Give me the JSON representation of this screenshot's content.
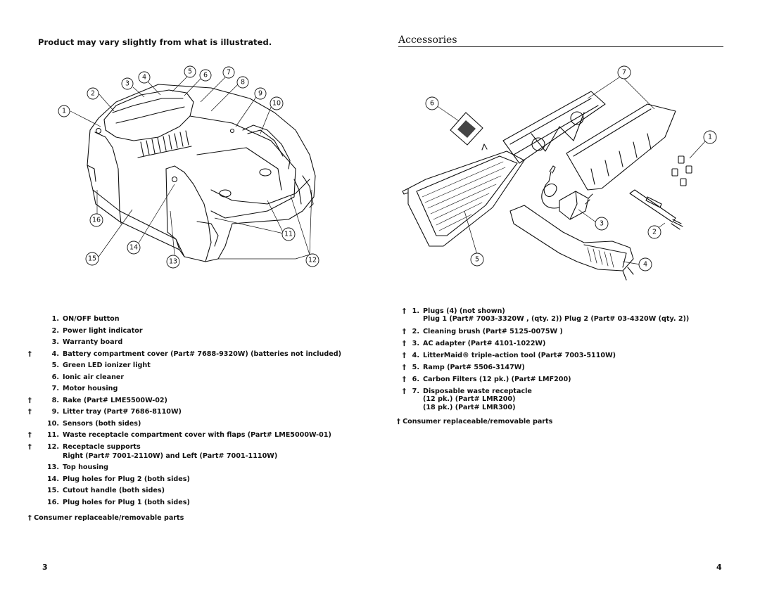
{
  "left_page": {
    "subtitle": "Product may vary slightly from what is illustrated.",
    "callouts": [
      "1",
      "2",
      "3",
      "4",
      "5",
      "6",
      "7",
      "8",
      "9",
      "10",
      "11",
      "12",
      "13",
      "14",
      "15",
      "16"
    ],
    "parts": [
      {
        "dagger": "",
        "number": "1.",
        "label": "ON/OFF button"
      },
      {
        "dagger": "",
        "number": "2.",
        "label": "Power light indicator"
      },
      {
        "dagger": "",
        "number": "3.",
        "label": "Warranty board"
      },
      {
        "dagger": "†",
        "number": "4.",
        "label": "Battery compartment cover (Part# 7688-9320W) (batteries not included)"
      },
      {
        "dagger": "",
        "number": "5.",
        "label": "Green LED ionizer light"
      },
      {
        "dagger": "",
        "number": "6.",
        "label": "Ionic air cleaner"
      },
      {
        "dagger": "",
        "number": "7.",
        "label": "Motor housing"
      },
      {
        "dagger": "†",
        "number": "8.",
        "label": "Rake (Part# LME5500W-02)"
      },
      {
        "dagger": "†",
        "number": "9.",
        "label": "Litter tray (Part# 7686-8110W)"
      },
      {
        "dagger": "",
        "number": "10.",
        "label": "Sensors (both sides)"
      },
      {
        "dagger": "†",
        "number": "11.",
        "label": "Waste receptacle compartment cover with flaps (Part# LME5000W-01)"
      },
      {
        "dagger": "†",
        "number": "12.",
        "label": "Receptacle supports",
        "sub": "Right (Part# 7001-2110W) and Left (Part# 7001-1110W)"
      },
      {
        "dagger": "",
        "number": "13.",
        "label": "Top housing"
      },
      {
        "dagger": "",
        "number": "14.",
        "label": "Plug holes for Plug 2 (both sides)"
      },
      {
        "dagger": "",
        "number": "15.",
        "label": "Cutout handle (both sides)"
      },
      {
        "dagger": "",
        "number": "16.",
        "label": "Plug holes for Plug 1 (both sides)"
      }
    ],
    "footnote": "† Consumer replaceable/removable parts",
    "page_number": "3"
  },
  "right_page": {
    "heading": "Accessories",
    "callouts": [
      "1",
      "2",
      "3",
      "4",
      "5",
      "6",
      "7"
    ],
    "accessories": [
      {
        "dagger": "†",
        "number": "1.",
        "label": "Plugs (4) (not shown)",
        "sub": "Plug 1 (Part# 7003-3320W , (qty. 2)) Plug 2 (Part# 03-4320W (qty. 2))"
      },
      {
        "dagger": "†",
        "number": "2.",
        "label": "Cleaning brush (Part# 5125-0075W )"
      },
      {
        "dagger": "†",
        "number": "3.",
        "label": "AC adapter (Part# 4101-1022W)"
      },
      {
        "dagger": "†",
        "number": "4.",
        "label": "LitterMaid® triple-action tool (Part# 7003-5110W)"
      },
      {
        "dagger": "†",
        "number": "5.",
        "label": "Ramp (Part# 5506-3147W)"
      },
      {
        "dagger": "†",
        "number": "6.",
        "label": "Carbon Filters (12 pk.) (Part# LMF200)"
      },
      {
        "dagger": "†",
        "number": "7.",
        "label": "Disposable waste receptacle",
        "sub": "(12 pk.) (Part# LMR200)",
        "sub2": "(18 pk.) (Part# LMR300)"
      }
    ],
    "footnote": "† Consumer replaceable/removable parts",
    "page_number": "4"
  }
}
